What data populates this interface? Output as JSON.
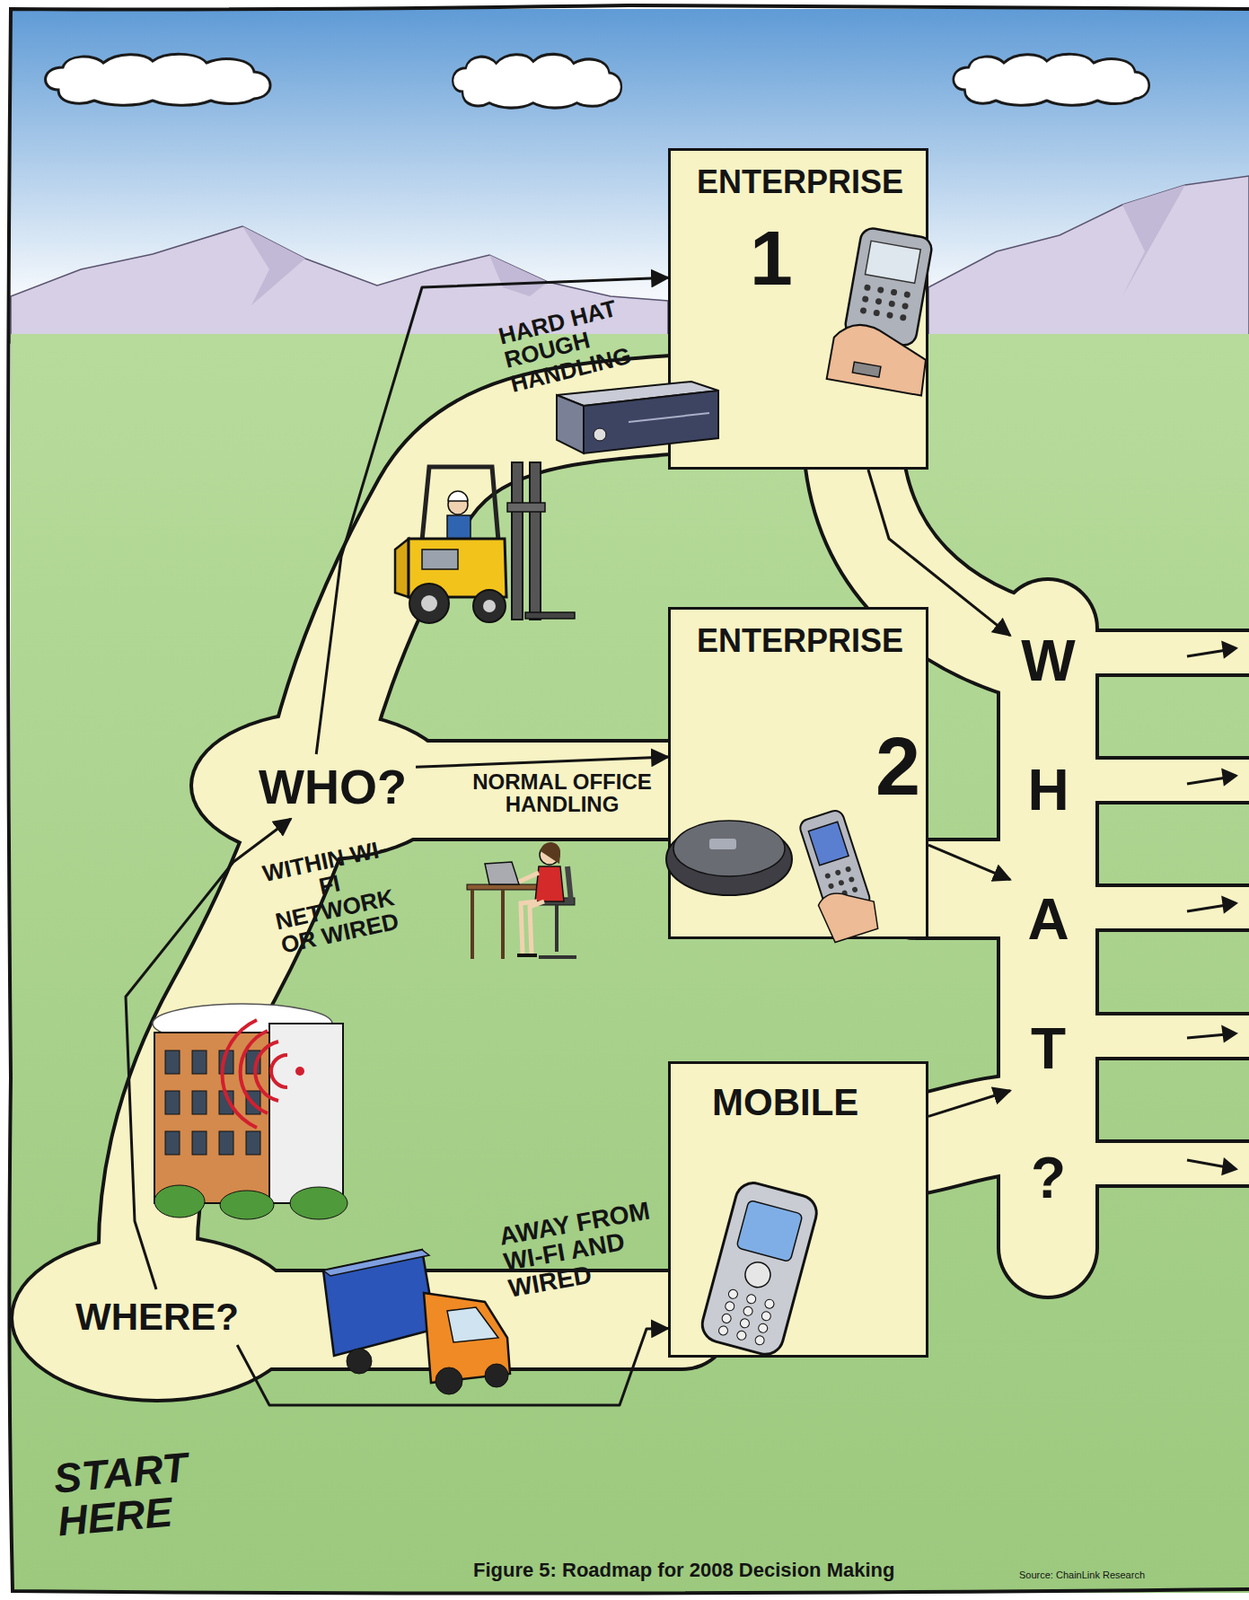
{
  "diagram": {
    "caption": "Figure 5: Roadmap for 2008 Decision Making",
    "nodes": [
      {
        "text": [
          "ENTERPRISE",
          "1"
        ]
      },
      {
        "text": [
          "WHO?"
        ]
      },
      {
        "text": [
          "ENTERPRISE",
          "2"
        ]
      },
      {
        "text": [
          "WHAT?"
        ]
      },
      {
        "text": [
          "MOBILE"
        ]
      },
      {
        "text": [
          "WHERE?"
        ]
      }
    ],
    "edges": [
      {
        "from": 5,
        "to": 1,
        "label": "WITHIN WI-FI NETWORK OR WIRED",
        "arrow": "to"
      },
      {
        "from": 5,
        "to": 4,
        "label": "AWAY FROM WI-FI AND WIRED",
        "arrow": "to"
      },
      {
        "from": 1,
        "to": 0,
        "label": "HARD HAT ROUGH HANDLING",
        "arrow": "to"
      },
      {
        "from": 1,
        "to": 2,
        "label": "NORMAL OFFICE HANDLING",
        "arrow": "to"
      },
      {
        "from": 0,
        "to": 3,
        "arrow": "to"
      },
      {
        "from": 2,
        "to": 3,
        "arrow": "to"
      },
      {
        "from": 4,
        "to": 3,
        "arrow": "to"
      }
    ],
    "labels": [
      "START HERE",
      "Source: ChainLink Research"
    ]
  }
}
